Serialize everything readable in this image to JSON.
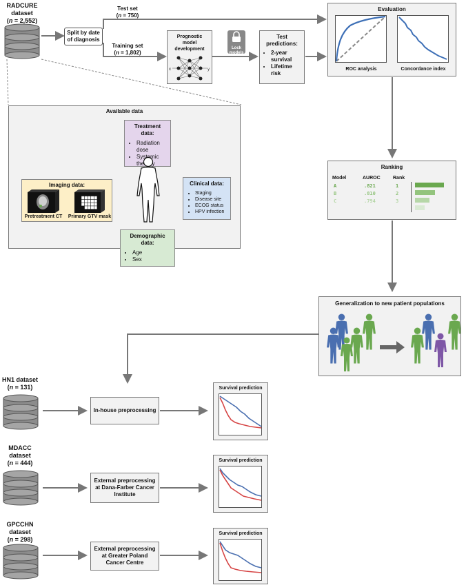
{
  "radcure": {
    "name": "RADCURE",
    "word": "dataset",
    "n_prefix": "n",
    "n_value": " = 2,552"
  },
  "split_box": {
    "line1": "Split by date",
    "line2": "of diagnosis"
  },
  "test_set": {
    "label": "Test set",
    "n_prefix": "n",
    "n_value": " = 750"
  },
  "training_set": {
    "label": "Training set",
    "n_prefix": "n",
    "n_value": " = 1,802"
  },
  "prognostic": {
    "line1": "Prognostic",
    "line2": "model",
    "line3": "development",
    "in_label": "x",
    "out_label": "y"
  },
  "lock_models": {
    "line1": "Lock",
    "line2": "models"
  },
  "test_predictions": {
    "title": "Test",
    "title2": "predictions:",
    "items": [
      "2-year survival",
      "Lifetime risk"
    ]
  },
  "evaluation": {
    "title": "Evaluation",
    "roc_label": "ROC analysis",
    "concordance_label": "Concordance index"
  },
  "ranking": {
    "title": "Ranking",
    "headers": [
      "Model",
      "AUROC",
      "Rank"
    ],
    "rows": [
      {
        "model": "A",
        "auroc": ".821",
        "rank": "1",
        "bar": 1.0
      },
      {
        "model": "B",
        "auroc": ".810",
        "rank": "2",
        "bar": 0.7
      },
      {
        "model": "C",
        "auroc": ".794",
        "rank": "3",
        "bar": 0.5
      }
    ],
    "extra_bar": 0.33,
    "colors": [
      "#6aa84f",
      "#93c47d",
      "#b6d7a8",
      "#d9ead3"
    ]
  },
  "available_data": {
    "title": "Available data"
  },
  "treatment": {
    "title": "Treatment data:",
    "items": [
      "Radiation dose",
      "Systemic therapy"
    ],
    "color": "#e4d5ec"
  },
  "imaging": {
    "title": "Imaging data:",
    "ct_label": "Pretreatment CT",
    "gtv_label": "Primary GTV mask",
    "color": "#fdefc7"
  },
  "clinical": {
    "title": "Clinical data:",
    "items": [
      "Staging",
      "Disease site",
      "ECOG status",
      "HPV infection"
    ],
    "color": "#d4e3f5"
  },
  "demographic": {
    "title": "Demographic data:",
    "items": [
      "Age",
      "Sex"
    ],
    "color": "#d7ead3"
  },
  "generalization": {
    "title": "Generalization to new patient populations"
  },
  "hn1": {
    "name": "HN1 dataset",
    "n_prefix": "n",
    "n_value": " = 131",
    "process": "In-house preprocessing"
  },
  "mdacc": {
    "name": "MDACC",
    "word": "dataset",
    "n_prefix": "n",
    "n_value": " = 444",
    "process": "External preprocessing at Dana-Farber Cancer Institute"
  },
  "gpcchn": {
    "name": "GPCCHN",
    "word": "dataset",
    "n_prefix": "n",
    "n_value": " = 298",
    "process": "External preprocessing at Greater Poland Cancer Centre"
  },
  "survival": {
    "title": "Survival prediction"
  },
  "colors": {
    "blue": "#4a6fb0",
    "green": "#6aa84f",
    "purple": "#7e57a6",
    "red": "#d64545",
    "arrow": "#777777"
  }
}
